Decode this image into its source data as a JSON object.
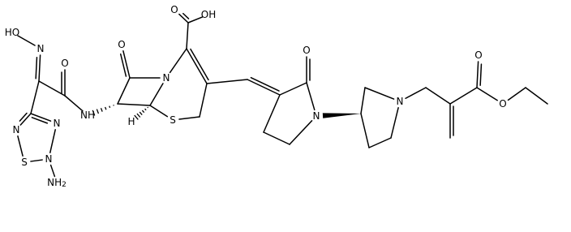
{
  "structure": {
    "atom_labels": {
      "oh_oxime": "HO",
      "n_oxime": "N",
      "o_amide": "O",
      "nh_amide": "NH",
      "o_lactam": "O",
      "h_stereo": "H",
      "s_ring": "S",
      "n_ring": "N",
      "oh_acid": "OH",
      "o_acid": "O",
      "o_pyrrolidinone": "O",
      "n_pyrrolidinone": "N",
      "n_pyrrolidine": "N",
      "o_ester_carbonyl": "O",
      "o_ester": "O",
      "n_thiadiazole_top": "N",
      "n_thiadiazole_left": "N",
      "s_thiadiazole": "S",
      "n_thiadiazole_right": "N",
      "nh2": "NH2"
    },
    "colors": {
      "ink": "#000000",
      "background": "#ffffff"
    }
  }
}
